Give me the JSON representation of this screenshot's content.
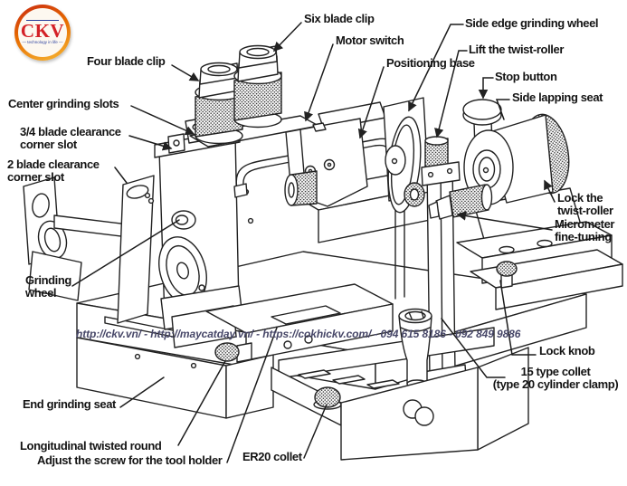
{
  "logo": {
    "initials": "CKV",
    "tagline": "— technology in life —",
    "ring_color": "#e66a00",
    "initials_color": "#d42127",
    "accent_color": "#2a3f9e"
  },
  "watermark": {
    "text": "http://ckv.vn/ - http://maycatday.vn/ - https://cokhickv.com/ - 094 615 8186 - 092 849 9886",
    "color": "#474768"
  },
  "diagram": {
    "subject": "drill-bit grinding machine labeled diagram",
    "ink_color": "#222222"
  },
  "labels": {
    "six_blade_clip": {
      "text": "Six blade clip"
    },
    "motor_switch": {
      "text": "Motor switch"
    },
    "side_edge_grinding_wheel": {
      "text": "Side edge grinding wheel"
    },
    "four_blade_clip": {
      "text": "Four blade clip"
    },
    "positioning_base": {
      "text": "Positioning base"
    },
    "lift_twist_roller": {
      "text": "Lift the twist-roller"
    },
    "stop_button": {
      "text": "Stop button"
    },
    "side_lapping_seat": {
      "text": "Side lapping seat"
    },
    "center_grinding_slots": {
      "text": "Center grinding slots"
    },
    "three_four_blade_clearance": {
      "line1": "3/4 blade clearance",
      "line2": "corner slot"
    },
    "two_blade_clearance": {
      "line1": "2 blade clearance",
      "line2": "corner slot"
    },
    "lock_twist_roller": {
      "line1": "Lock the",
      "line2": "twist-roller"
    },
    "micrometer_fine_tuning": {
      "line1": "Micrometer",
      "line2": "fine-tuning"
    },
    "grinding_wheel": {
      "line1": "Grinding",
      "line2": "wheel"
    },
    "lock_knob": {
      "text": "Lock knob"
    },
    "collet_15": {
      "line1": "15 type collet",
      "line2": "(type 20 cylinder clamp)"
    },
    "end_grinding_seat": {
      "text": "End grinding seat"
    },
    "longitudinal_twisted_round": {
      "text": "Longitudinal twisted round"
    },
    "adjust_screw_tool_holder": {
      "text": "Adjust the screw for the tool holder"
    },
    "er20_collet": {
      "text": "ER20 collet"
    }
  }
}
